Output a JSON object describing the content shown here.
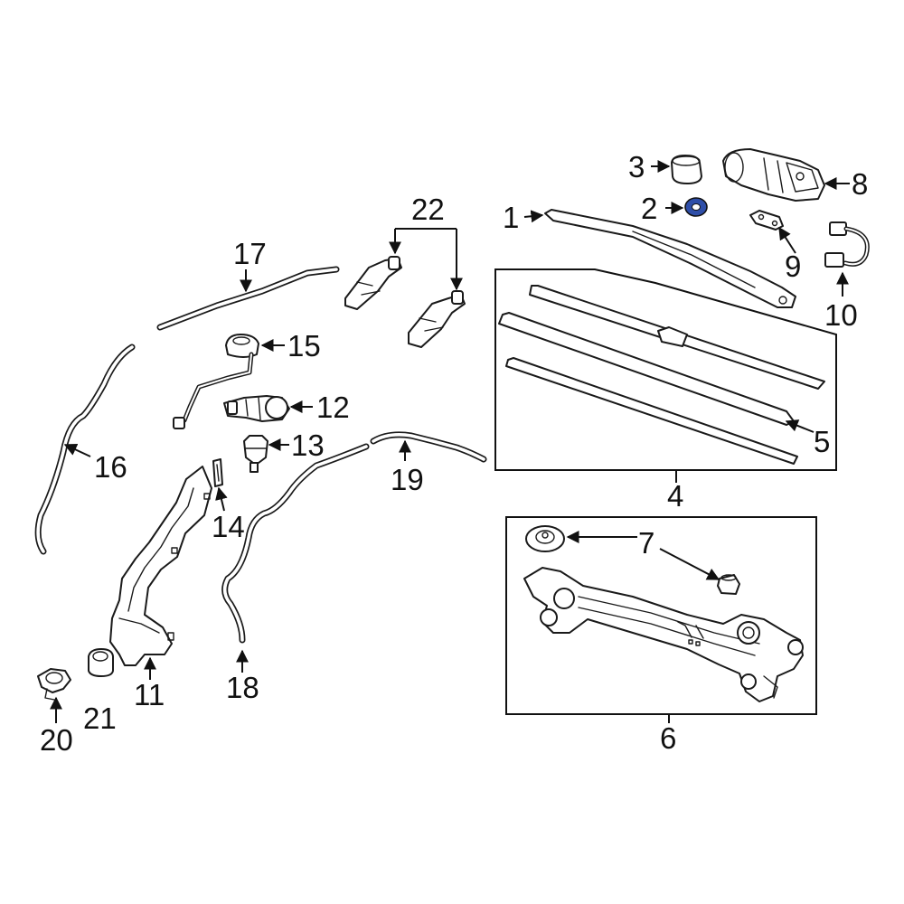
{
  "diagram": {
    "highlight_color": "#2e4ea8",
    "callouts": {
      "c1": "1",
      "c2": "2",
      "c3": "3",
      "c4": "4",
      "c5": "5",
      "c6": "6",
      "c7": "7",
      "c8": "8",
      "c9": "9",
      "c10": "10",
      "c11": "11",
      "c12": "12",
      "c13": "13",
      "c14": "14",
      "c15": "15",
      "c16": "16",
      "c17": "17",
      "c18": "18",
      "c19": "19",
      "c20": "20",
      "c21": "21",
      "c22": "22"
    }
  }
}
